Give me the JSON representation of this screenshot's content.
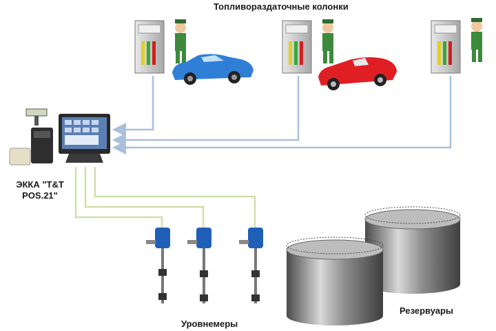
{
  "title": "Топливораздаточные колонки",
  "pos_label_line1": "ЭККА \"T&T",
  "pos_label_line2": "POS.21\"",
  "level_gauges_label": "Уровнемеры",
  "tanks_label": "Резервуары",
  "colors": {
    "fuel_link": "#a9bfdc",
    "gauge_link": "#cfe0a8",
    "dispenser": "#c9c9c9",
    "car_blue": "#2f7fd6",
    "car_red": "#e01f25",
    "gauge_head": "#1f5fb8",
    "tank_body": "#9a9a9a"
  }
}
